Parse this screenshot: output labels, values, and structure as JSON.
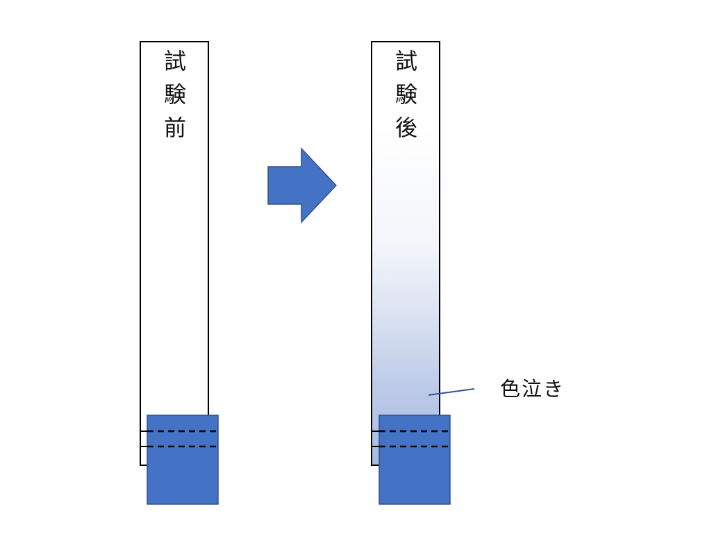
{
  "strips": [
    {
      "label_chars": [
        "試",
        "験",
        "前"
      ],
      "stained": false
    },
    {
      "label_chars": [
        "試",
        "験",
        "後"
      ],
      "stained": true
    }
  ],
  "arrow": {
    "color": "#4472c4",
    "icon": "right-arrow-icon"
  },
  "callout": {
    "label": "色泣き"
  },
  "colors": {
    "water": "#4472c4",
    "water_border": "#2f528f",
    "stain": "#b4c7e7",
    "strip_border": "#000000",
    "callout_line": "#2f528f"
  }
}
